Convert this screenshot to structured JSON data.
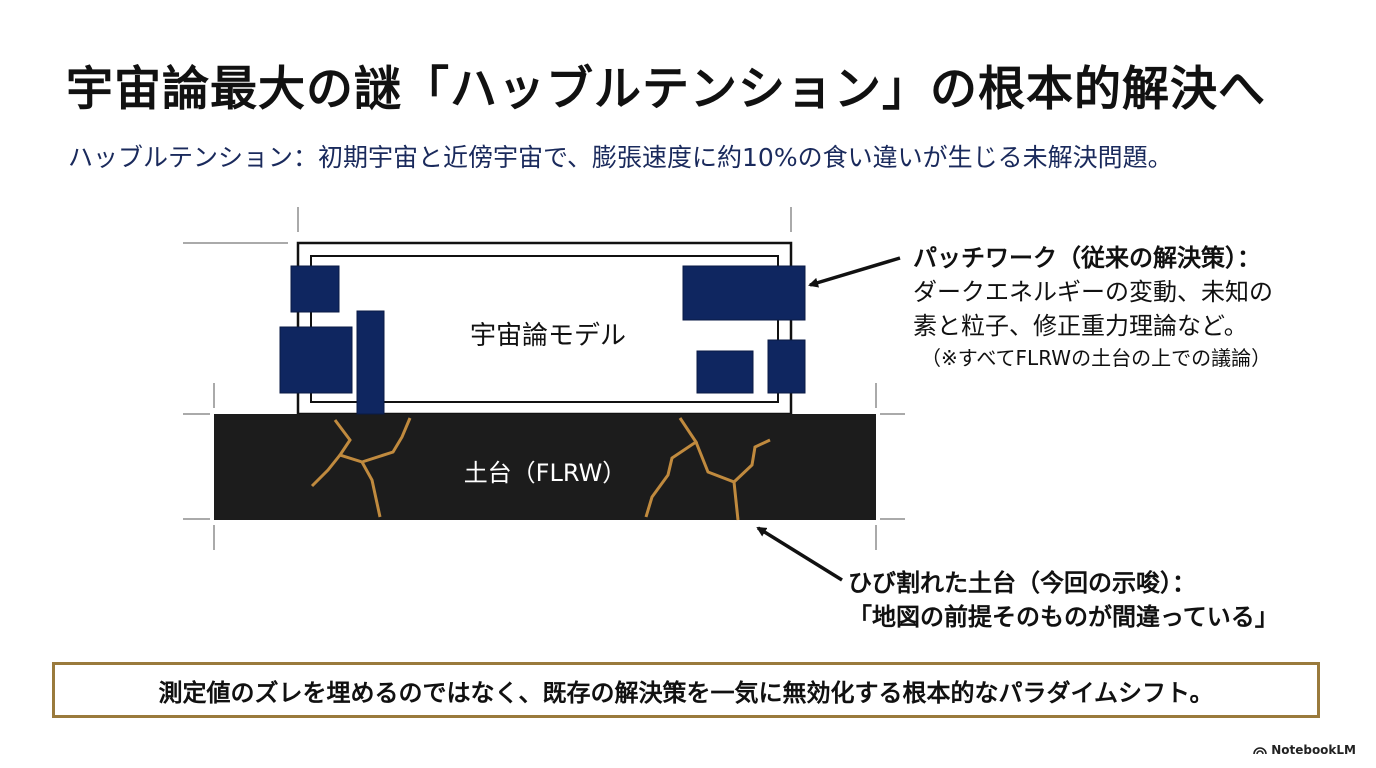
{
  "title": "宇宙論最大の謎「ハッブルテンション」の根本的解決へ",
  "subtitle": "ハッブルテンション：初期宇宙と近傍宇宙で、膨張速度に約10%の食い違いが生じる未解決問題。",
  "diagram": {
    "model_label": "宇宙論モデル",
    "base_label": "土台（FLRW）",
    "patchwork": {
      "heading": "パッチワーク（従来の解決策）：",
      "line1": "ダークエネルギーの変動、未知の",
      "line2": "素と粒子、修正重力理論など。",
      "note": "（※すべてFLRWの土台の上での議論）"
    },
    "cracked_base": {
      "line1": "ひび割れた土台（今回の示唆）：",
      "line2": "「地図の前提そのものが間違っている」"
    },
    "colors": {
      "patch": "#0f2660",
      "base": "#1c1c1c",
      "crack": "#c08a3e",
      "frame": "#111111"
    }
  },
  "conclusion": "測定値のズレを埋めるのではなく、既存の解決策を一気に無効化する根本的なパラダイムシフト。",
  "brand": {
    "icon": "notebook-logo-icon",
    "label": "NotebookLM"
  }
}
